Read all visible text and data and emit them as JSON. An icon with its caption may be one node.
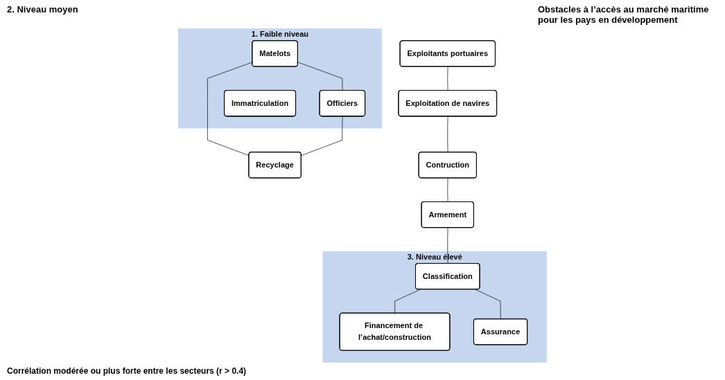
{
  "diagram": {
    "title": "Obstacles à l’accès au marché maritime pour les pays en développement",
    "caption": "Corrélation modérée ou plus forte entre les secteurs (r > 0.4)",
    "nodes": [
      {
        "text": [
          "1. Faible niveau"
        ]
      },
      {
        "text": [
          "Matelots"
        ],
        "in": 0
      },
      {
        "text": [
          "Officiers"
        ],
        "in": 0
      },
      {
        "text": [
          "Immatriculation"
        ],
        "in": 0
      },
      {
        "text": [
          "Recyclage"
        ]
      },
      {
        "text": [
          "Exploitants portuaires"
        ]
      },
      {
        "text": [
          "Exploitation de navires"
        ]
      },
      {
        "text": [
          "Contruction"
        ]
      },
      {
        "text": [
          "Armement"
        ]
      },
      {
        "text": [
          "3. Niveau élevé"
        ]
      },
      {
        "text": [
          "Classification"
        ],
        "in": 9
      },
      {
        "text": [
          "Financement de l’achat/construction"
        ],
        "in": 9
      },
      {
        "text": [
          "Assurance"
        ],
        "in": 9
      }
    ],
    "edges": [
      {
        "from": 1,
        "to": 2,
        "arrow": "none"
      },
      {
        "from": 1,
        "to": 4,
        "arrow": "none"
      },
      {
        "from": 2,
        "to": 4,
        "arrow": "none"
      },
      {
        "from": 5,
        "to": 6,
        "arrow": "none"
      },
      {
        "from": 6,
        "to": 7,
        "arrow": "none"
      },
      {
        "from": 7,
        "to": 8,
        "arrow": "none"
      },
      {
        "from": 8,
        "to": 10,
        "arrow": "none"
      },
      {
        "from": 10,
        "to": 11,
        "arrow": "none"
      },
      {
        "from": 10,
        "to": 12,
        "arrow": "none"
      }
    ],
    "labels": [
      "2. Niveau moyen"
    ]
  }
}
